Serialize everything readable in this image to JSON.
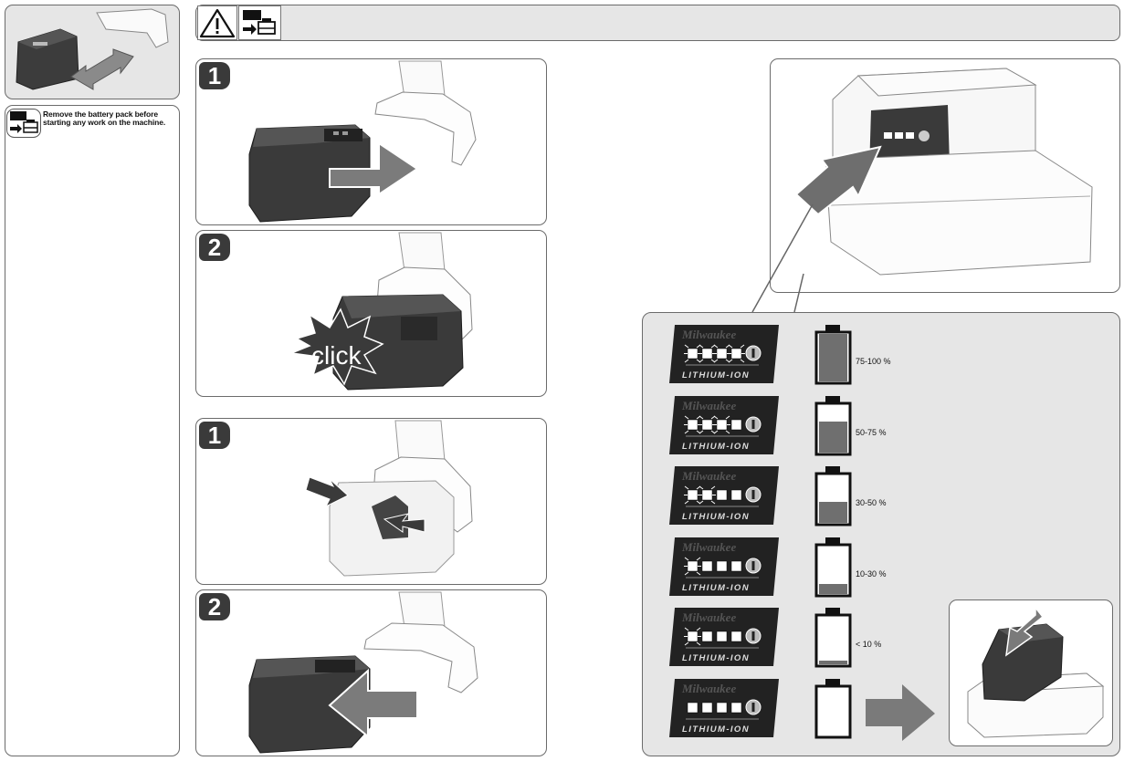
{
  "note": {
    "text_line1": "Remove the battery pack before",
    "text_line2": "starting any work on the machine."
  },
  "header": {
    "warning_icon": "warning-triangle-icon",
    "battery_icon": "remove-battery-icon"
  },
  "steps": {
    "insert_step1": "1",
    "insert_step2": "2",
    "insert_click": "click",
    "remove_step1": "1",
    "remove_step2": "2"
  },
  "battery": {
    "brand": "Milwaukee",
    "type_label": "LITHIUM-ION"
  },
  "charge_levels": [
    {
      "label": "75-100 %",
      "lit_leds": 4,
      "fill_fraction": 1.0
    },
    {
      "label": "50-75 %",
      "lit_leds": 3,
      "fill_fraction": 0.65
    },
    {
      "label": "30-50 %",
      "lit_leds": 2,
      "fill_fraction": 0.45
    },
    {
      "label": "10-30 %",
      "lit_leds": 1,
      "fill_fraction": 0.22
    },
    {
      "label": "< 10 %",
      "lit_leds": 1,
      "fill_fraction": 0.08
    },
    {
      "label": "",
      "lit_leds": 0,
      "fill_fraction": 0
    }
  ],
  "colors": {
    "battery_dark": "#3c3c3c",
    "fill_grey": "#6f6f6f",
    "panel_grey": "#e6e6e6",
    "arrow_grey": "#7a7a7a"
  }
}
